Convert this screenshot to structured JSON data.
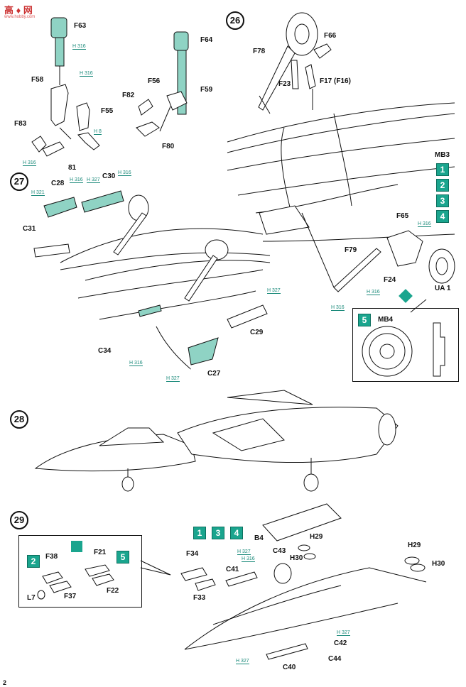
{
  "watermark": {
    "mark": "高 ♦ 网",
    "url": "www.hobby.com"
  },
  "steps": [
    "26",
    "27",
    "28",
    "29"
  ],
  "paint_codes": {
    "h316": "H 316",
    "h321": "H 321",
    "h327": "H 327",
    "h8": "H 8"
  },
  "step26": {
    "parts": [
      "F66",
      "F78",
      "F23",
      "F17 (F16)",
      "F65",
      "F79",
      "F24",
      "UA 1"
    ],
    "markings_label": "MB3",
    "marking_options": [
      "1",
      "2",
      "3",
      "4"
    ],
    "inset_option": "5",
    "inset_label": "MB4"
  },
  "top_left": {
    "parts": [
      "F63",
      "F58",
      "F55",
      "F83",
      "81",
      "F64",
      "F56",
      "F59",
      "F82",
      "F80"
    ]
  },
  "step27": {
    "parts": [
      "C28",
      "C30",
      "C31",
      "C34",
      "C29",
      "C27"
    ]
  },
  "step29": {
    "inset_options": [
      "2",
      "5"
    ],
    "inset_parts": [
      "F38",
      "F37",
      "L7",
      "F21",
      "F22"
    ],
    "main_options": [
      "1",
      "3",
      "4"
    ],
    "parts": [
      "F34",
      "F33",
      "C41",
      "B4",
      "C43",
      "H29",
      "H30",
      "C42",
      "C40",
      "C44"
    ],
    "right_parts": [
      "H29",
      "H30"
    ]
  },
  "page_number": "2"
}
